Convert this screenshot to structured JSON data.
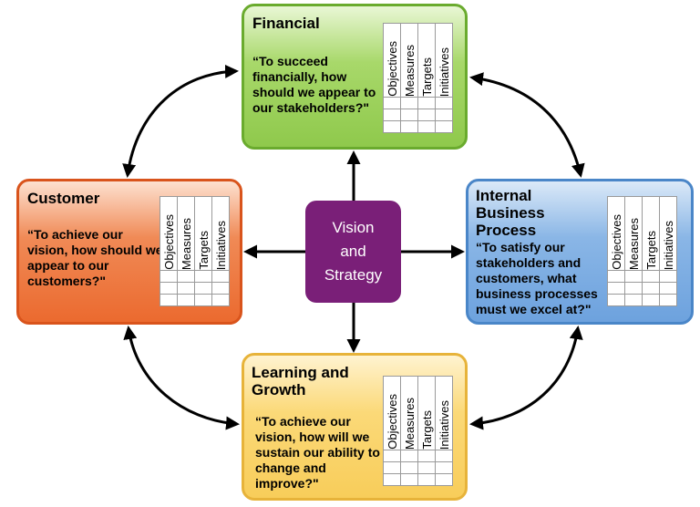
{
  "center": {
    "label": "Vision\nand\nStrategy"
  },
  "columns": [
    "Objectives",
    "Measures",
    "Targets",
    "Initiatives"
  ],
  "perspectives": {
    "financial": {
      "title": "Financial",
      "question": "“To succeed financially, how should we appear to our stakeholders?\""
    },
    "customer": {
      "title": "Customer",
      "question": "“To achieve our vision, how should we appear to our customers?\""
    },
    "internal": {
      "title": "Internal Business Process",
      "question": "“To satisfy our stakeholders and customers, what business processes must we excel at?\""
    },
    "learning": {
      "title": "Learning and Growth",
      "question": "“To achieve our vision, how will we sustain our ability to change and improve?\""
    }
  },
  "colors": {
    "financial": "#8fc94c",
    "customer": "#eb6a2f",
    "internal": "#6da2de",
    "learning": "#f8cd5a",
    "center": "#7a1f78",
    "arrow": "#000000"
  }
}
